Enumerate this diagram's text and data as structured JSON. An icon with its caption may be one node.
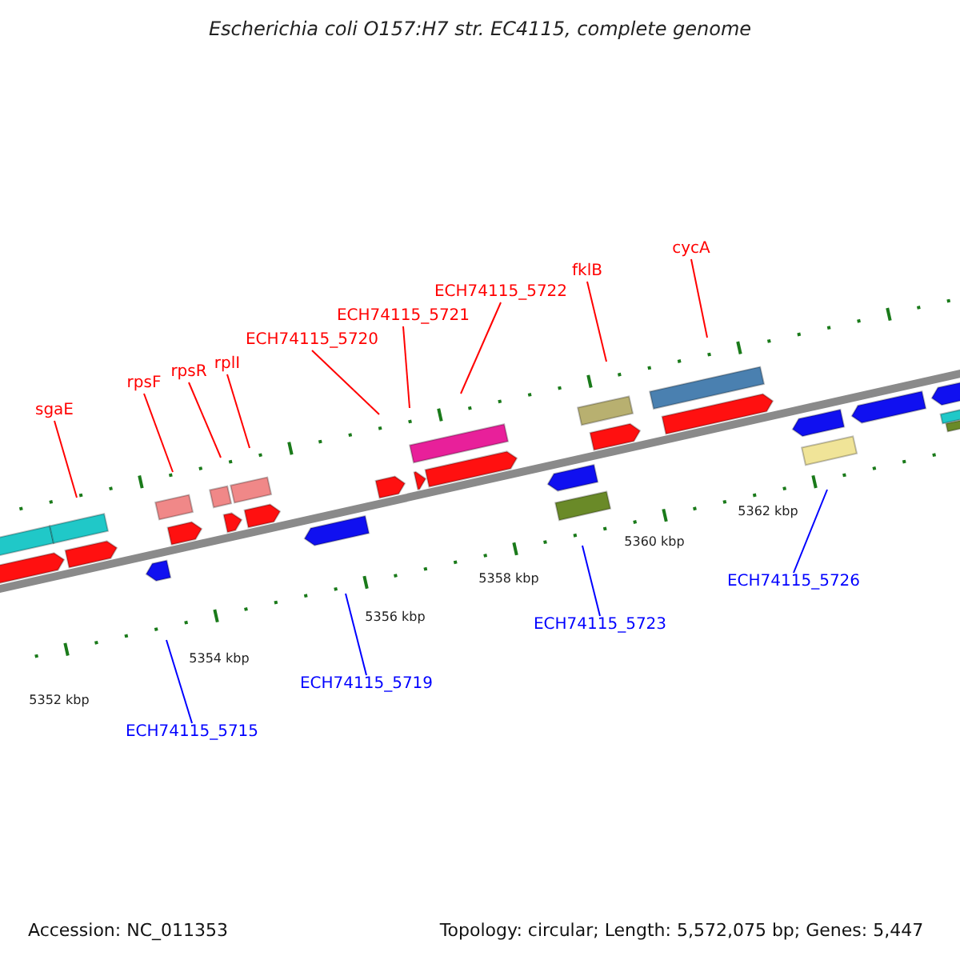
{
  "diagram": {
    "title": "Escherichia coli O157:H7 str. EC4115, complete genome",
    "nodes": [
      {
        "text": [
          "cycA"
        ]
      },
      {
        "text": [
          "fklB"
        ]
      },
      {
        "text": [
          "ECH74115_5722"
        ]
      },
      {
        "text": [
          "ECH74115_5721"
        ]
      },
      {
        "text": [
          "ECH74115_5720"
        ]
      },
      {
        "text": [
          "rplI"
        ]
      },
      {
        "text": [
          "rpsR"
        ]
      },
      {
        "text": [
          "rpsF"
        ]
      },
      {
        "text": [
          "sgaE"
        ]
      },
      {
        "text": [
          "ECH74115_5726"
        ]
      },
      {
        "text": [
          "ECH74115_5723"
        ]
      },
      {
        "text": [
          "ECH74115_5719"
        ]
      },
      {
        "text": [
          "ECH74115_5715"
        ]
      }
    ],
    "edges": [
      {
        "from": 0,
        "to": null,
        "arrow": "none"
      },
      {
        "from": 1,
        "to": null,
        "arrow": "none"
      },
      {
        "from": 2,
        "to": null,
        "arrow": "none"
      },
      {
        "from": 3,
        "to": null,
        "arrow": "none"
      },
      {
        "from": 4,
        "to": null,
        "arrow": "none"
      },
      {
        "from": 5,
        "to": null,
        "arrow": "none"
      },
      {
        "from": 6,
        "to": null,
        "arrow": "none"
      },
      {
        "from": 7,
        "to": null,
        "arrow": "none"
      },
      {
        "from": 8,
        "to": null,
        "arrow": "none"
      },
      {
        "from": 9,
        "to": null,
        "arrow": "none",
        "color": "#0000ff"
      },
      {
        "from": 10,
        "to": null,
        "arrow": "none",
        "color": "#0000ff"
      },
      {
        "from": 11,
        "to": null,
        "arrow": "none",
        "color": "#0000ff"
      },
      {
        "from": 12,
        "to": null,
        "arrow": "none",
        "color": "#0000ff"
      }
    ],
    "labels": [
      "5362 kbp",
      "5360 kbp",
      "5358 kbp",
      "5356 kbp",
      "5354 kbp",
      "5352 kbp",
      "Accession: NC_011353",
      "Topology: circular; Length: 5,572,075 bp; Genes: 5,447"
    ]
  }
}
